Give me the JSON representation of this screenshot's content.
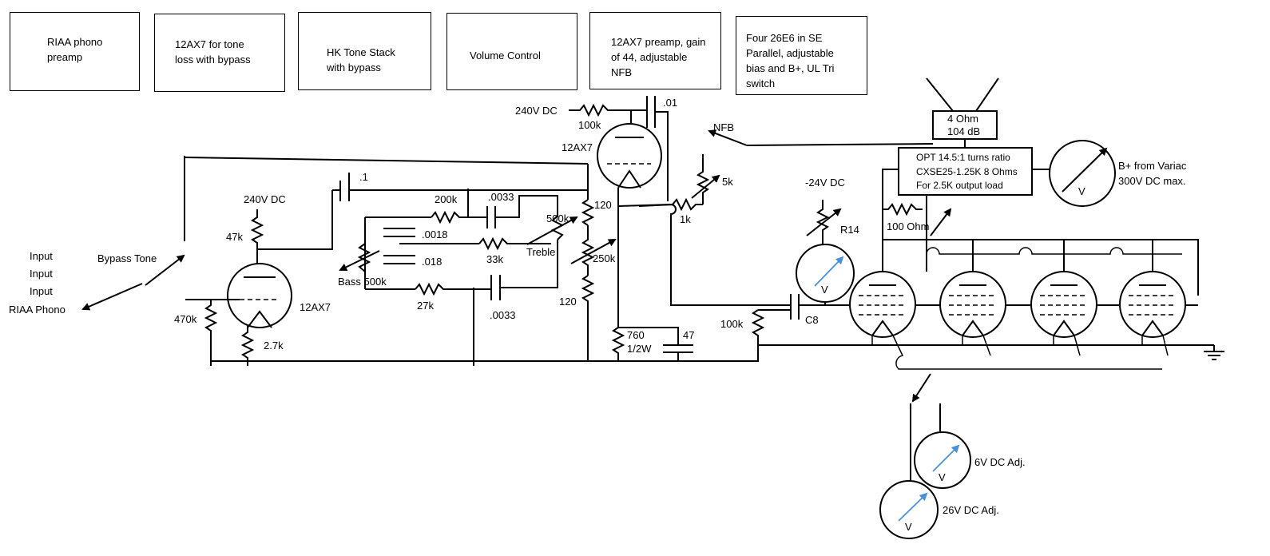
{
  "blocks": {
    "riaa": "RIAA phono\npreamp",
    "tone_amp": "12AX7 for tone\nloss with bypass",
    "tone_stack": "HK Tone Stack\nwith bypass",
    "volume": "Volume Control",
    "preamp": "12AX7 preamp, gain\nof 44, adjustable\nNFB",
    "output": "Four 26E6 in SE\nParallel, adjustable\nbias and B+, UL Tri\nswitch"
  },
  "labels": {
    "in1": "Input",
    "in2": "Input",
    "in3": "Input",
    "riaa_phono": "RIAA Phono",
    "bypass_tone": "Bypass Tone",
    "v240_a": "240V DC",
    "r47k": "47k",
    "r470k": "470k",
    "r2_7k": "2.7k",
    "tube1": "12AX7",
    "c_1": ".1",
    "r200k": "200k",
    "c0033a": ".0033",
    "c0018": ".0018",
    "c018": ".018",
    "r33k": "33k",
    "bass": "Bass 500k",
    "r27k": "27k",
    "c0033b": ".0033",
    "treble": "Treble",
    "treble_pot": "500k",
    "r120a": "120",
    "r250k": "250k",
    "r120b": "120",
    "v240_b": "240V DC",
    "r100k_a": "100k",
    "c_01": ".01",
    "tube2": "12AX7",
    "nfb": "NFB",
    "pot5k": "5k",
    "r1k": "1k",
    "r760": "760",
    "r760w": "1/2W",
    "c47": "47",
    "r100k_b": "100k",
    "c8": "C8",
    "v24": "-24V DC",
    "r14": "R14",
    "meter_v": "V",
    "spk1": "4 Ohm",
    "spk2": "104 dB",
    "opt1": "OPT 14.5:1 turns ratio",
    "opt2": "CXSE25-1.25K 8 Ohms",
    "opt3": "For 2.5K output load",
    "r100ohm": "100 Ohm",
    "bplus1": "B+ from ",
    "bplus_variac": "Variac",
    "bplus2": "300V DC max.",
    "v6": "6V DC Adj.",
    "v26": "26V DC Adj."
  }
}
